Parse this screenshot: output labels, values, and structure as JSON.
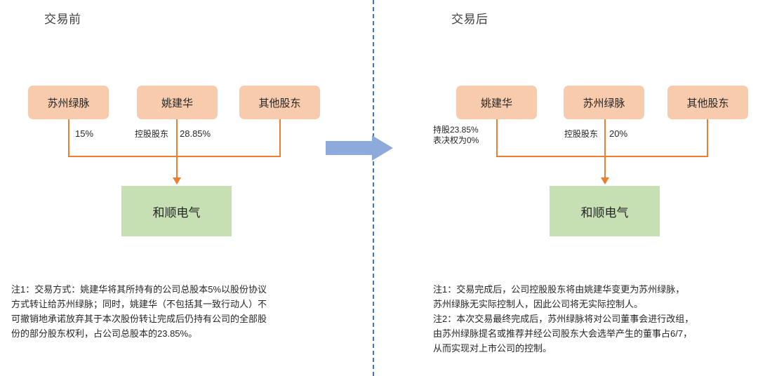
{
  "divider": {
    "color": "#4472C4",
    "style": "dash-dot-vertical"
  },
  "colors": {
    "shareholder_box": "#F8CBAD",
    "target_box": "#C6E0B4",
    "connector": "#ED7D31",
    "flow_arrow": "#8EA9DB",
    "divider": "#4472C4",
    "text": "#262626"
  },
  "flow_arrow": {
    "name": "right-arrow",
    "direction": "right"
  },
  "before": {
    "title": "交易前",
    "shareholders": [
      {
        "name": "苏州绿脉",
        "label_left": "",
        "percent": "15%"
      },
      {
        "name": "姚建华",
        "label_left": "控股股东",
        "percent": "28.85%"
      },
      {
        "name": "其他股东",
        "label_left": "",
        "percent": ""
      }
    ],
    "target": "和顺电气",
    "notes": [
      "注1：交易方式：姚建华将其所持有的公司总股本5%以股份协议",
      "方式转让给苏州绿脉；同时，姚建华（不包括其一致行动人）不",
      "可撤销地承诺放弃其于本次股份转让完成后仍持有公司的全部股",
      "份的部分股东权利，占公司总股本的23.85%。"
    ]
  },
  "after": {
    "title": "交易后",
    "shareholders": [
      {
        "name": "姚建华",
        "label_left": "持股23.85%\n表决权为0%",
        "percent": ""
      },
      {
        "name": "苏州绿脉",
        "label_left": "控股股东",
        "percent": "20%"
      },
      {
        "name": "其他股东",
        "label_left": "",
        "percent": ""
      }
    ],
    "target": "和顺电气",
    "notes": [
      "注1：交易完成后，公司控股股东将由姚建华变更为苏州绿脉，",
      "苏州绿脉无实际控制人，因此公司将无实际控制人。",
      "注2：本次交易最终完成后，苏州绿脉将对公司董事会进行改组，",
      "由苏州绿脉提名或推荐并经公司股东大会选举产生的董事占6/7，",
      "从而实现对上市公司的控制。"
    ]
  },
  "edge_labels": {
    "before_pct_0": "15%",
    "before_ctrl_1": "控股股东",
    "before_pct_1": "28.85%",
    "after_hold_0_line1": "持股23.85%",
    "after_hold_0_line2": "表决权为0%",
    "after_ctrl_1": "控股股东",
    "after_pct_1": "20%"
  }
}
